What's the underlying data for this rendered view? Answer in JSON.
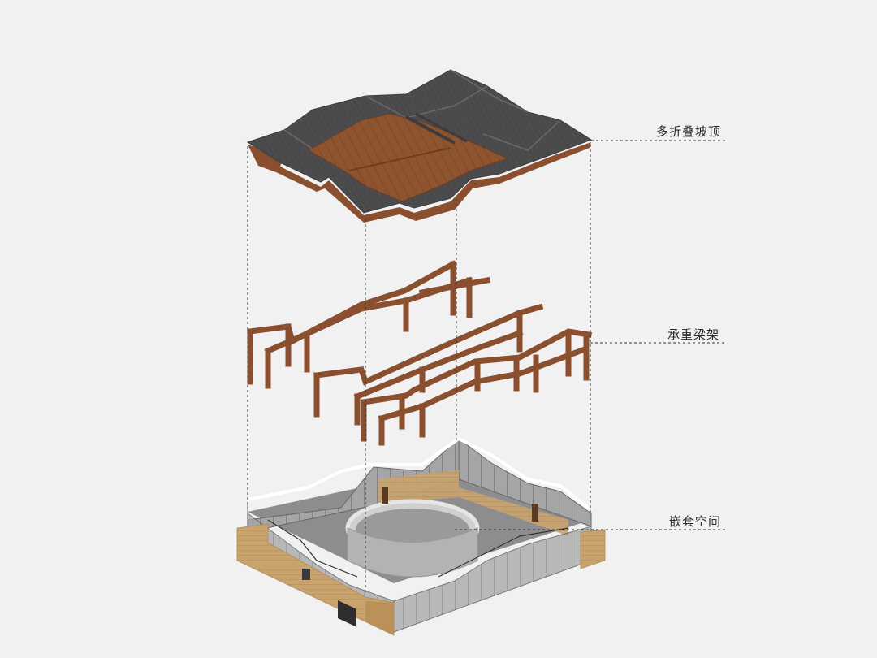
{
  "labels": {
    "roof": "多折叠坡顶",
    "frame": "承重梁架",
    "space": "嵌套空间"
  },
  "colors": {
    "background": "#f1f1f1",
    "roof_tile": "#4b4b4d",
    "roof_tile_light": "#5d5d60",
    "timber": "#8a4f2e",
    "timber_dark": "#6e3c21",
    "glass": "#9a9a9c",
    "floor": "#8e8e8e",
    "brick": "#c9a36d",
    "guide_line": "#333333"
  }
}
